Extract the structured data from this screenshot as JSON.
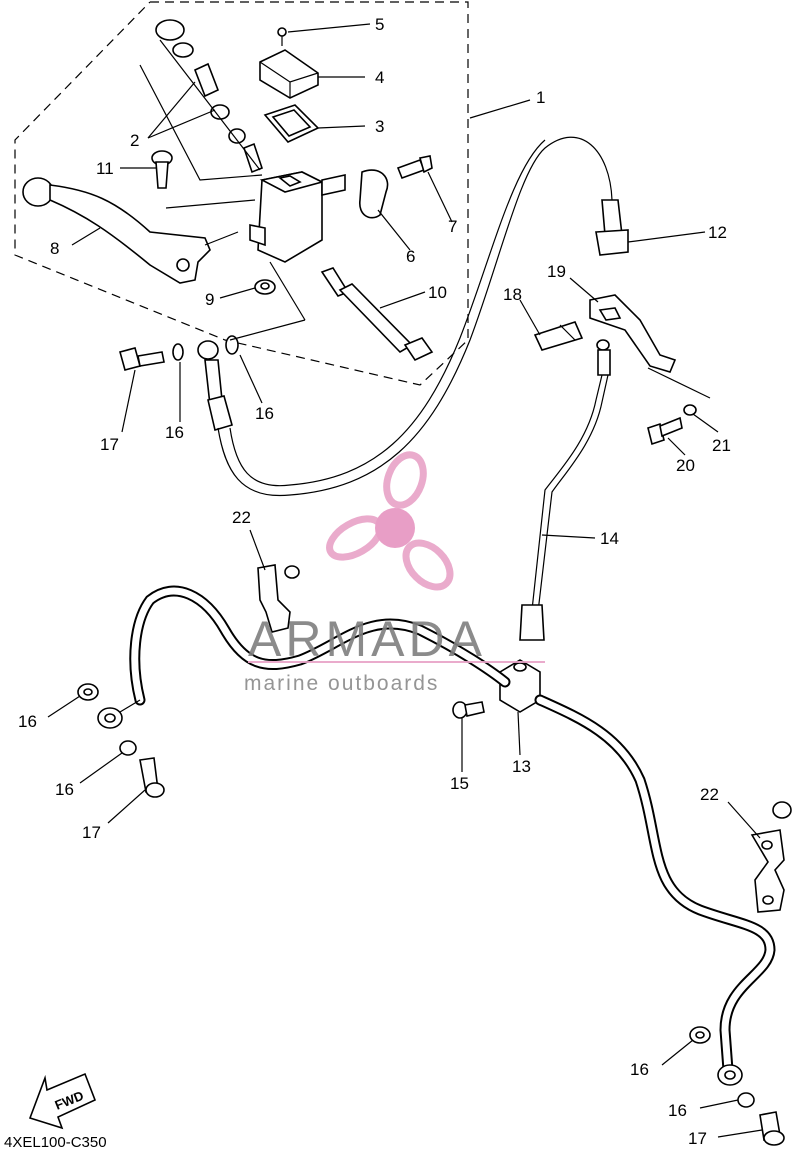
{
  "diagram": {
    "drawing_code": "4XEL100-C350",
    "fwd_label": "FWD",
    "callouts": [
      {
        "id": "c1",
        "text": "1"
      },
      {
        "id": "c2",
        "text": "2"
      },
      {
        "id": "c3",
        "text": "3"
      },
      {
        "id": "c4",
        "text": "4"
      },
      {
        "id": "c5",
        "text": "5"
      },
      {
        "id": "c6",
        "text": "6"
      },
      {
        "id": "c7",
        "text": "7"
      },
      {
        "id": "c8",
        "text": "8"
      },
      {
        "id": "c9",
        "text": "9"
      },
      {
        "id": "c10",
        "text": "10"
      },
      {
        "id": "c11",
        "text": "11"
      },
      {
        "id": "c12",
        "text": "12"
      },
      {
        "id": "c13",
        "text": "13"
      },
      {
        "id": "c14",
        "text": "14"
      },
      {
        "id": "c15",
        "text": "15"
      },
      {
        "id": "c16a",
        "text": "16"
      },
      {
        "id": "c16b",
        "text": "16"
      },
      {
        "id": "c16c",
        "text": "16"
      },
      {
        "id": "c16d",
        "text": "16"
      },
      {
        "id": "c16e",
        "text": "16"
      },
      {
        "id": "c16f",
        "text": "16"
      },
      {
        "id": "c17a",
        "text": "17"
      },
      {
        "id": "c17b",
        "text": "17"
      },
      {
        "id": "c17c",
        "text": "17"
      },
      {
        "id": "c18",
        "text": "18"
      },
      {
        "id": "c19",
        "text": "19"
      },
      {
        "id": "c20",
        "text": "20"
      },
      {
        "id": "c21",
        "text": "21"
      },
      {
        "id": "c22a",
        "text": "22"
      },
      {
        "id": "c22b",
        "text": "22"
      }
    ]
  },
  "watermark": {
    "title": "ARMADA",
    "subtitle": "marine outboards",
    "logo_color": "#e8a3c7",
    "logo_center_color": "#e694c0",
    "text_color": "#7f7f7f"
  }
}
